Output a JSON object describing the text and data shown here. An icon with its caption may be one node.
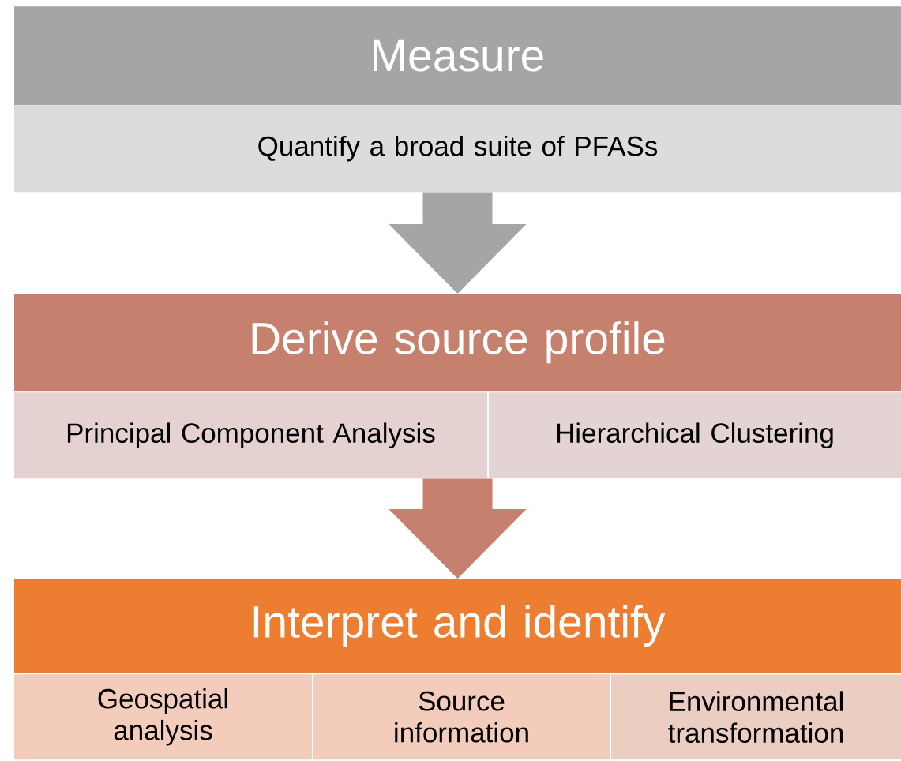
{
  "diagram": {
    "nodes": [
      {
        "text": [
          "Measure"
        ]
      },
      {
        "text": [
          "Quantify a broad suite of PFASs"
        ]
      },
      {
        "text": [
          "Derive source profile"
        ]
      },
      {
        "text": [
          "Principal Component Analysis"
        ]
      },
      {
        "text": [
          "Hierarchical Clustering"
        ]
      },
      {
        "text": [
          "Interpret and identify"
        ]
      },
      {
        "text": [
          "Geospatial analysis"
        ]
      },
      {
        "text": [
          "Source information"
        ]
      },
      {
        "text": [
          "Environmental transformation"
        ]
      }
    ],
    "edges": [
      {
        "from": 1,
        "to": 2,
        "arrow": "to",
        "color": "#a5a5a5"
      },
      {
        "from": 3,
        "to": 5,
        "arrow": "to",
        "color": "#c5806e"
      },
      {
        "from": 4,
        "to": 5,
        "arrow": "to",
        "color": "#c5806e"
      }
    ]
  }
}
